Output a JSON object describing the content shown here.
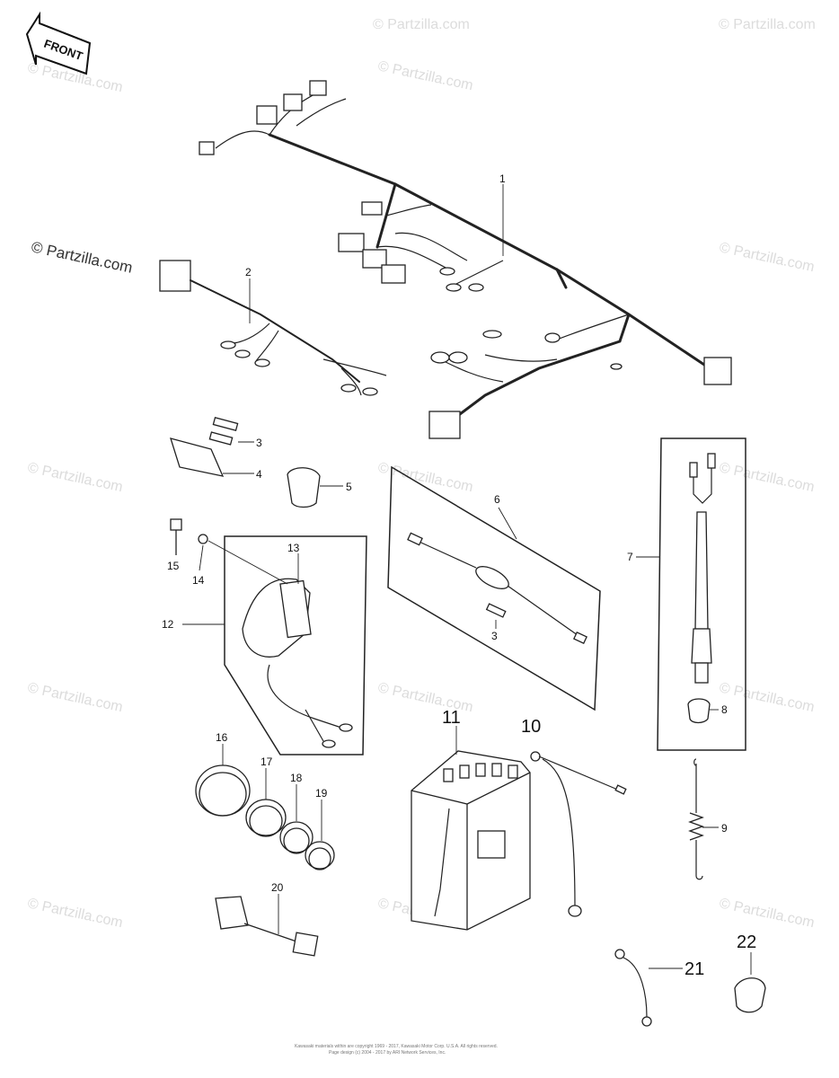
{
  "watermark": "© Partzilla.com",
  "front_label": "FRONT",
  "callouts": {
    "c1": "1",
    "c2": "2",
    "c3a": "3",
    "c3b": "3",
    "c4": "4",
    "c5": "5",
    "c6": "6",
    "c7": "7",
    "c8": "8",
    "c9": "9",
    "c10": "10",
    "c11": "11",
    "c12": "12",
    "c13": "13",
    "c14": "14",
    "c15": "15",
    "c16": "16",
    "c17": "17",
    "c18": "18",
    "c19": "19",
    "c20": "20",
    "c21": "21",
    "c22": "22"
  },
  "footer": {
    "line1": "Kawasaki materials within are copyright 1969 - 2017, Kawasaki Motor Corp. U.S.A. All rights reserved.",
    "line2": "Page design (c) 2004 - 2017 by ARI Network Services, Inc."
  }
}
